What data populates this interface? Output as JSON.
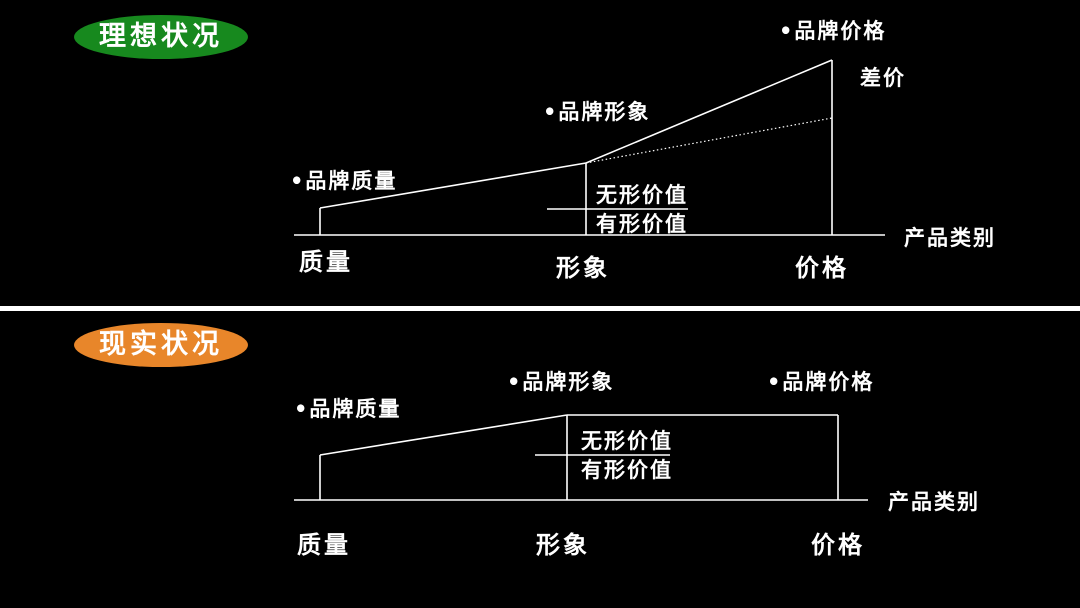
{
  "colors": {
    "background": "#000000",
    "lines": "#ffffff",
    "ideal_badge": "#17891e",
    "real_badge": "#e8862a"
  },
  "ideal": {
    "title": "理想状况",
    "labels": {
      "brand_quality": "•品牌质量",
      "brand_image": "•品牌形象",
      "brand_price": "•品牌价格",
      "price_gap": "差价",
      "intangible_value": "无形价值",
      "tangible_value": "有形价值",
      "product_category": "产品类别"
    },
    "axis": {
      "quality": "质量",
      "image": "形象",
      "price": "价格"
    }
  },
  "real": {
    "title": "现实状况",
    "labels": {
      "brand_quality": "•品牌质量",
      "brand_image": "•品牌形象",
      "brand_price": "•品牌价格",
      "intangible_value": "无形价值",
      "tangible_value": "有形价值",
      "product_category": "产品类别"
    },
    "axis": {
      "quality": "质量",
      "image": "形象",
      "price": "价格"
    }
  }
}
